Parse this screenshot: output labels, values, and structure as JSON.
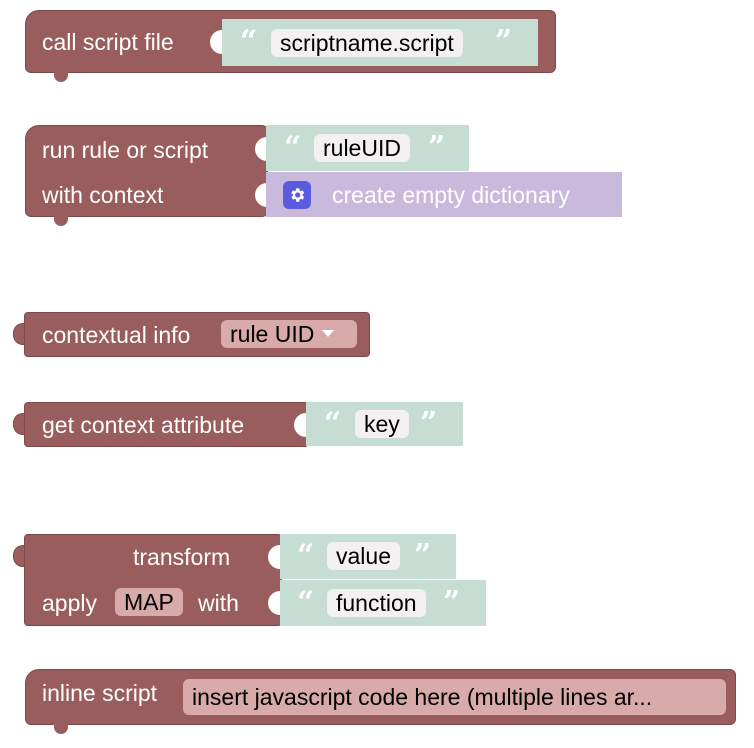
{
  "blocks": {
    "call_script": {
      "label": "call script file",
      "value": "scriptname.script"
    },
    "run_rule": {
      "label_run": "run rule or script",
      "label_context": "with context",
      "rule_value": "ruleUID",
      "dictionary_label": "create empty dictionary"
    },
    "contextual_info": {
      "label": "contextual info",
      "dropdown": "rule UID"
    },
    "context_attribute": {
      "label": "get context attribute",
      "value": "key"
    },
    "transform": {
      "label_transform": "transform",
      "label_apply": "apply",
      "type_field": "MAP",
      "label_with": "with",
      "value": "value",
      "function": "function"
    },
    "inline_script": {
      "label": "inline script",
      "code": "insert javascript code here (multiple lines ar..."
    }
  },
  "colors": {
    "block": "#9a5d5d",
    "string": "#c6ddd3",
    "dictionary": "#c9b9dc",
    "dictionary_icon": "#5b5be0"
  },
  "icons": {
    "quote_open": "“",
    "quote_close": "”",
    "dictionary_icon": "gear-icon"
  }
}
